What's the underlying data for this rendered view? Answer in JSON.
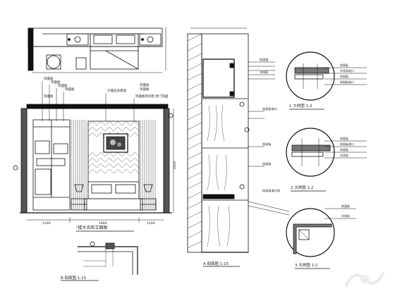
{
  "drawing": {
    "plan": {
      "title": ""
    },
    "elevation": {
      "title": "ⁿ楼大衣柜立面图",
      "dims_bottom": [
        "1200",
        "1800",
        "1200"
      ],
      "dim_height": "2400",
      "leaders_left": [
        "饰面板",
        "饰面板",
        "饰面板",
        "饰面板",
        "饰面板"
      ],
      "leaders_top": [
        "大理石背景墙",
        "饰面板装饰柜 柜门饰面"
      ],
      "leaders_right": [
        "饰面板",
        "饰面板"
      ]
    },
    "section_b": {
      "title": "B 剖面图 1:15"
    },
    "section_a": {
      "title": "A 剖面图 1:15",
      "callouts": [
        "饰面板",
        "木线条",
        "饰面板收口",
        "饰面板",
        "饰面板",
        "饰面板收口条"
      ]
    },
    "details": [
      {
        "title": "1 大样图 1:2",
        "labels": [
          "饰面板",
          "木线条收口",
          "饰面板",
          "饰面板收口"
        ]
      },
      {
        "title": "2 大样图 1:2",
        "labels": [
          "饰面板",
          "饰面板收口",
          "饰面板",
          "木线条"
        ]
      },
      {
        "title": "3 大样图 1:2",
        "labels": [
          "饰面板",
          "木线条"
        ]
      }
    ]
  },
  "watermark_icon": "logo-watermark-icon"
}
